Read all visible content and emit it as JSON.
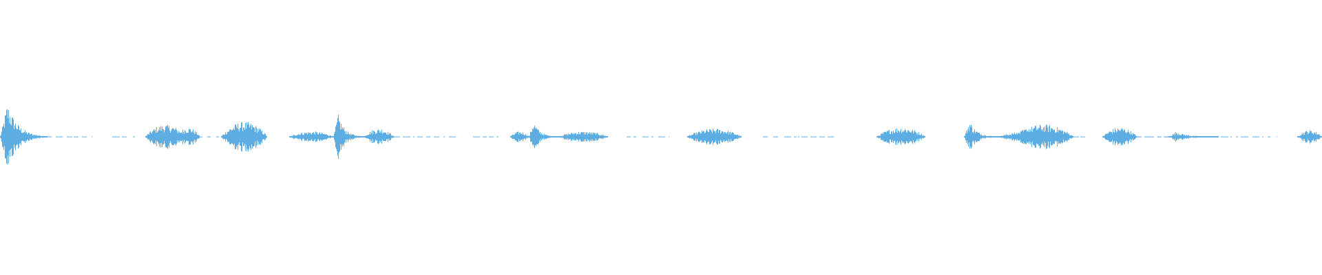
{
  "waveform": {
    "color": "#5dade2",
    "background": "#ffffff",
    "baseline_opacity": 0.85,
    "segments": [
      {
        "start": 0.0,
        "end": 0.036,
        "peak": 0.25,
        "shape": "attack"
      },
      {
        "start": 0.036,
        "end": 0.07,
        "peak": 0.02,
        "shape": "dash"
      },
      {
        "start": 0.085,
        "end": 0.102,
        "peak": 0.01,
        "shape": "dash"
      },
      {
        "start": 0.11,
        "end": 0.14,
        "peak": 0.09,
        "shape": "burst"
      },
      {
        "start": 0.133,
        "end": 0.151,
        "peak": 0.07,
        "shape": "burst"
      },
      {
        "start": 0.151,
        "end": 0.167,
        "peak": 0.02,
        "shape": "dash"
      },
      {
        "start": 0.167,
        "end": 0.202,
        "peak": 0.11,
        "shape": "burst"
      },
      {
        "start": 0.219,
        "end": 0.252,
        "peak": 0.04,
        "shape": "burst"
      },
      {
        "start": 0.252,
        "end": 0.275,
        "peak": 0.17,
        "shape": "attack"
      },
      {
        "start": 0.275,
        "end": 0.298,
        "peak": 0.06,
        "shape": "burst"
      },
      {
        "start": 0.298,
        "end": 0.345,
        "peak": 0.01,
        "shape": "dash"
      },
      {
        "start": 0.358,
        "end": 0.377,
        "peak": 0.01,
        "shape": "dash"
      },
      {
        "start": 0.386,
        "end": 0.4,
        "peak": 0.04,
        "shape": "burst"
      },
      {
        "start": 0.4,
        "end": 0.422,
        "peak": 0.12,
        "shape": "attack"
      },
      {
        "start": 0.422,
        "end": 0.46,
        "peak": 0.04,
        "shape": "burst"
      },
      {
        "start": 0.474,
        "end": 0.506,
        "peak": 0.02,
        "shape": "dash"
      },
      {
        "start": 0.52,
        "end": 0.561,
        "peak": 0.06,
        "shape": "burst"
      },
      {
        "start": 0.577,
        "end": 0.631,
        "peak": 0.01,
        "shape": "dash"
      },
      {
        "start": 0.663,
        "end": 0.7,
        "peak": 0.07,
        "shape": "burst"
      },
      {
        "start": 0.729,
        "end": 0.755,
        "peak": 0.12,
        "shape": "attack"
      },
      {
        "start": 0.755,
        "end": 0.8,
        "peak": 0.04,
        "shape": "burst"
      },
      {
        "start": 0.766,
        "end": 0.812,
        "peak": 0.09,
        "shape": "burst"
      },
      {
        "start": 0.812,
        "end": 0.824,
        "peak": 0.02,
        "shape": "dash"
      },
      {
        "start": 0.834,
        "end": 0.86,
        "peak": 0.07,
        "shape": "burst"
      },
      {
        "start": 0.86,
        "end": 0.884,
        "peak": 0.02,
        "shape": "dash"
      },
      {
        "start": 0.884,
        "end": 0.922,
        "peak": 0.04,
        "shape": "attack"
      },
      {
        "start": 0.85,
        "end": 0.966,
        "peak": 0.01,
        "shape": "dash"
      },
      {
        "start": 0.981,
        "end": 1.0,
        "peak": 0.05,
        "shape": "burst"
      }
    ]
  }
}
